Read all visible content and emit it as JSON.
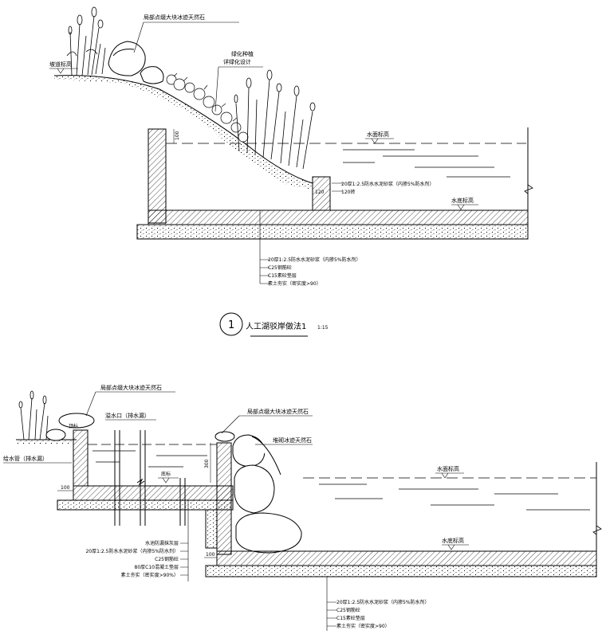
{
  "section1": {
    "rock_label": "局部点缀大块冰迹天然石",
    "slope_label": "坡道标高",
    "planting_label_1": "绿化种植",
    "planting_label_2": "详绿化设计",
    "water_level_label": "水面标高",
    "bottom_level_label": "水底标高",
    "dim_100": "100",
    "dim_120": "120",
    "curb_notes": [
      "20厚1:2.5防水水泥砂浆（内掺5%防水剂）",
      "120砖"
    ],
    "layers": [
      "20厚1:2.5防水水泥砂浆（内掺5%防水剂）",
      "C25钢筋砼",
      "C15素砼垫层",
      "素土夯实（密实度>90）"
    ],
    "title_number": "1",
    "title": "人工湖驳岸做法1",
    "scale": "1:15"
  },
  "section2": {
    "rock_label_left": "局部点缀大块冰迹天然石",
    "overflow_label": "溢水口（排水漏）",
    "pipe_label": "给水管（排水漏）",
    "top_label": "顶标",
    "rock_label_right": "局部点缀大块冰迹天然石",
    "stack_label": "堆砌冰迹天然石",
    "dim_300": "300",
    "base_label": "底标",
    "water_level_label": "水面标高",
    "bottom_level_label": "水底标高",
    "dim_100a": "100",
    "dim_100b": "100",
    "left_layers": [
      "水池防漏抹灰层",
      "20厚1:2.5防水水泥砂浆（内掺5%防水剂）",
      "C25钢筋砼",
      "80厚C10混凝土垫层",
      "素土夯实（密实度>90%）"
    ],
    "right_layers": [
      "20厚1:2.5防水水泥砂浆（内掺5%防水剂）",
      "C25钢筋砼",
      "C15素砼垫层",
      "素土夯实（密实度>90）"
    ]
  }
}
